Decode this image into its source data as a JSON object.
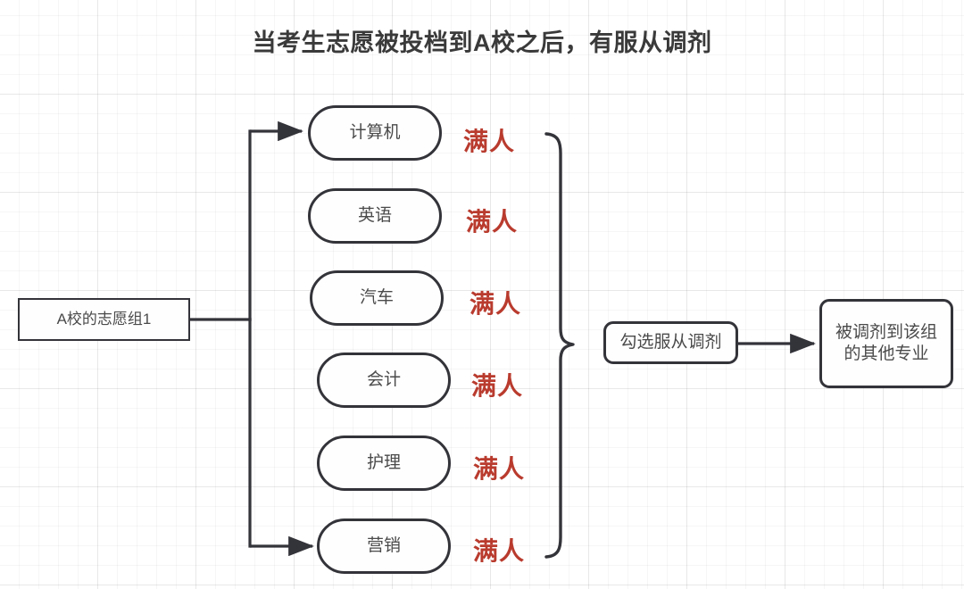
{
  "diagram": {
    "title": "当考生志愿被投档到A校之后，有服从调剂",
    "source_node": {
      "label": "A校的志愿组1"
    },
    "majors": [
      {
        "label": "计算机",
        "status": "满人"
      },
      {
        "label": "英语",
        "status": "满人"
      },
      {
        "label": "汽车",
        "status": "满人"
      },
      {
        "label": "会计",
        "status": "满人"
      },
      {
        "label": "护理",
        "status": "满人"
      },
      {
        "label": "营销",
        "status": "满人"
      }
    ],
    "action_node": {
      "label": "勾选服从调剂"
    },
    "result_node": {
      "label": "被调剂到该组\n的其他专业"
    },
    "colors": {
      "stroke": "#33333a",
      "title": "#3a3a3a",
      "status": "#b93b2e",
      "node_text": "#4a4a4a",
      "grid": "#ebebeb",
      "background": "#ffffff"
    }
  }
}
